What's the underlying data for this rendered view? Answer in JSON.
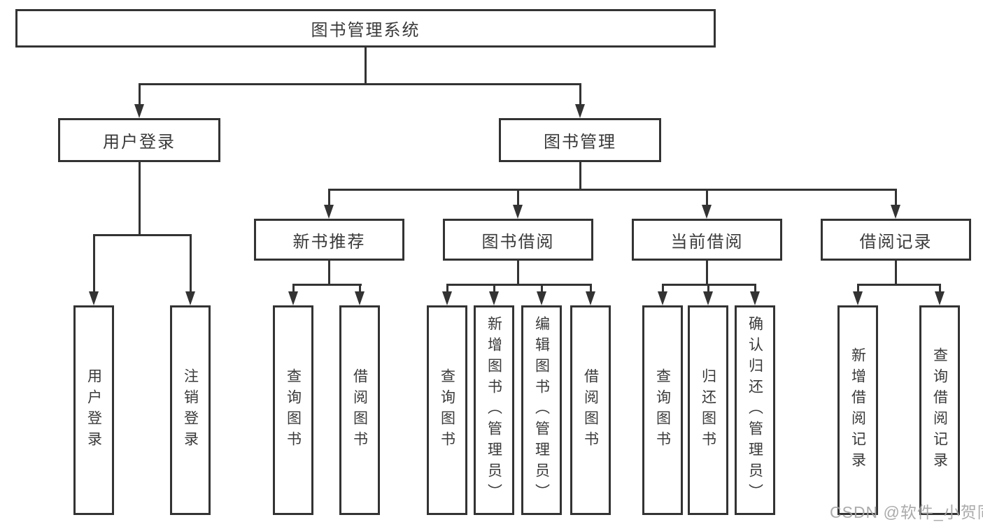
{
  "colors": {
    "line": "#333333",
    "text": "#3a3a3a",
    "background": "#ffffff",
    "watermark": "#a4a4a4"
  },
  "watermark": "CSDN @软件_小贺同学",
  "tree": {
    "root": {
      "label": "图书管理系统"
    },
    "branches": [
      {
        "label": "用户登录",
        "children": [
          {
            "label": "用户登录"
          },
          {
            "label": "注销登录"
          }
        ]
      },
      {
        "label": "图书管理",
        "children": [
          {
            "label": "新书推荐",
            "children": [
              {
                "label": "查询图书"
              },
              {
                "label": "借阅图书"
              }
            ]
          },
          {
            "label": "图书借阅",
            "children": [
              {
                "label": "查询图书"
              },
              {
                "label": "新增图书（管理员）"
              },
              {
                "label": "编辑图书（管理员）"
              },
              {
                "label": "借阅图书"
              }
            ]
          },
          {
            "label": "当前借阅",
            "children": [
              {
                "label": "查询图书"
              },
              {
                "label": "归还图书"
              },
              {
                "label": "确认归还（管理员）"
              }
            ]
          },
          {
            "label": "借阅记录",
            "children": [
              {
                "label": "新增借阅记录"
              },
              {
                "label": "查询借阅记录"
              }
            ]
          }
        ]
      }
    ]
  }
}
